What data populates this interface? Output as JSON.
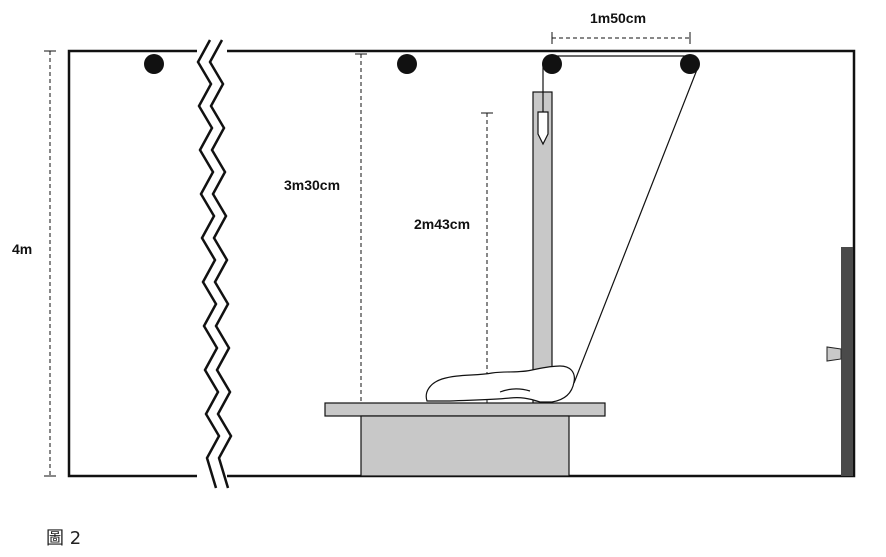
{
  "diagram": {
    "labels": {
      "room_height": "4m",
      "pulley_spacing": "1m50cm",
      "ceiling_to_table": "3m30cm",
      "hook_to_table": "2m43cm"
    },
    "caption": "圖 2"
  }
}
